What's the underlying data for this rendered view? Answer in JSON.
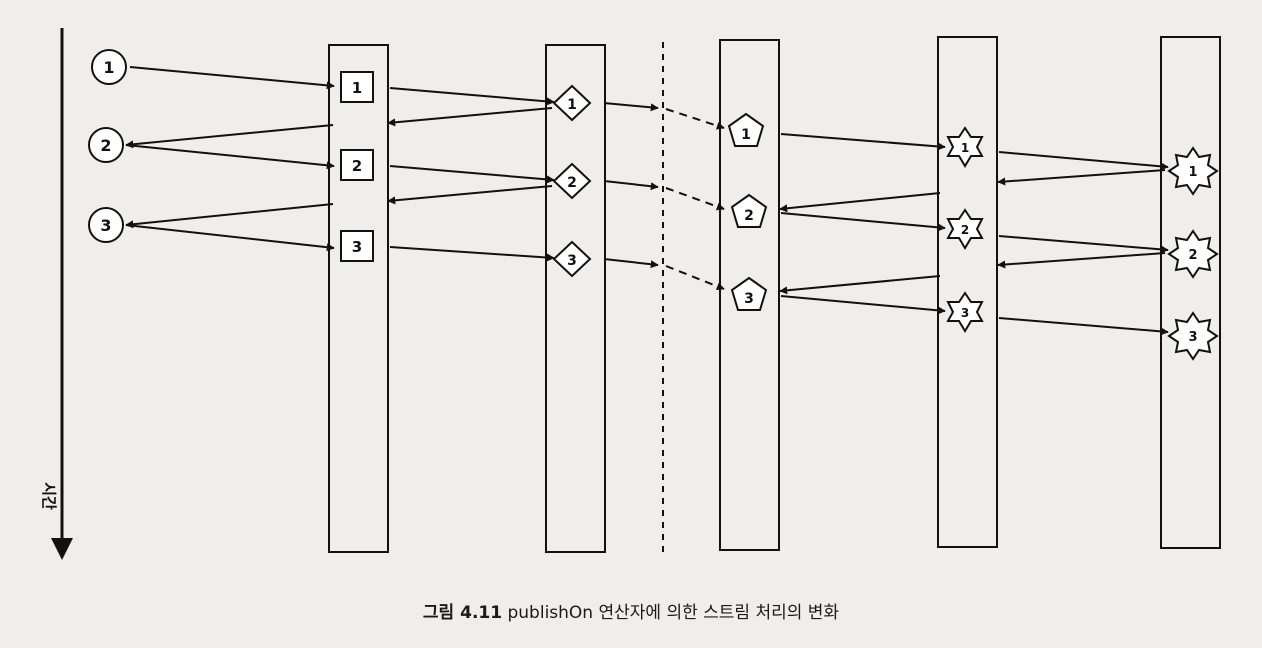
{
  "diagram": {
    "time_label": "시간",
    "caption_number": "그림 4.11",
    "caption_text": "publishOn 연산자에 의한 스트림 처리의 변화",
    "nodes": {
      "source": [
        "1",
        "2",
        "3"
      ],
      "stage1_squares": [
        "1",
        "2",
        "3"
      ],
      "stage2_diamonds": [
        "1",
        "2",
        "3"
      ],
      "stage3_pentagons": [
        "1",
        "2",
        "3"
      ],
      "stage4_stars": [
        "1",
        "2",
        "3"
      ],
      "stage5_bursts": [
        "1",
        "2",
        "3"
      ]
    }
  }
}
